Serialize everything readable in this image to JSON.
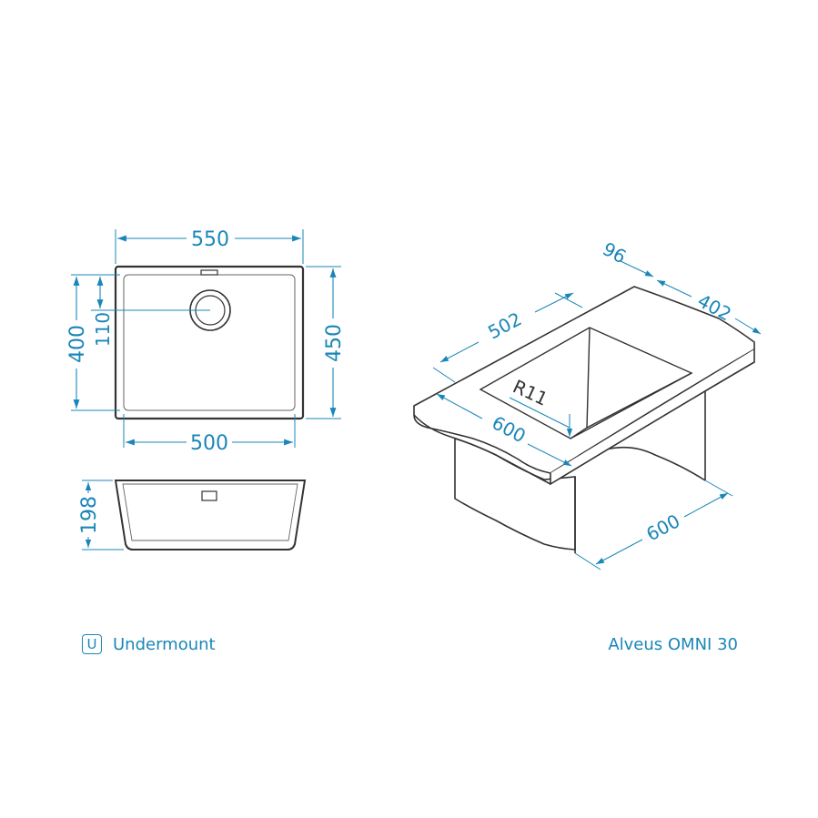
{
  "colors": {
    "dimension": "#1a86b8",
    "outline": "#333333"
  },
  "top_view": {
    "overall_width": "550",
    "bowl_width": "500",
    "overall_depth": "450",
    "bowl_depth": "400",
    "drain_offset": "110"
  },
  "side_view": {
    "height": "198"
  },
  "install_view": {
    "cabinet_width": "600",
    "countertop_width": "600",
    "edge_to_cutout": "502",
    "backsplash_offset": "96",
    "cutout_depth": "402",
    "corner_radius": "R11"
  },
  "footer": {
    "mount_icon_letter": "U",
    "mount_icon": "undermount-icon",
    "mount_label": "Undermount",
    "product_name": "Alveus OMNI 30"
  }
}
